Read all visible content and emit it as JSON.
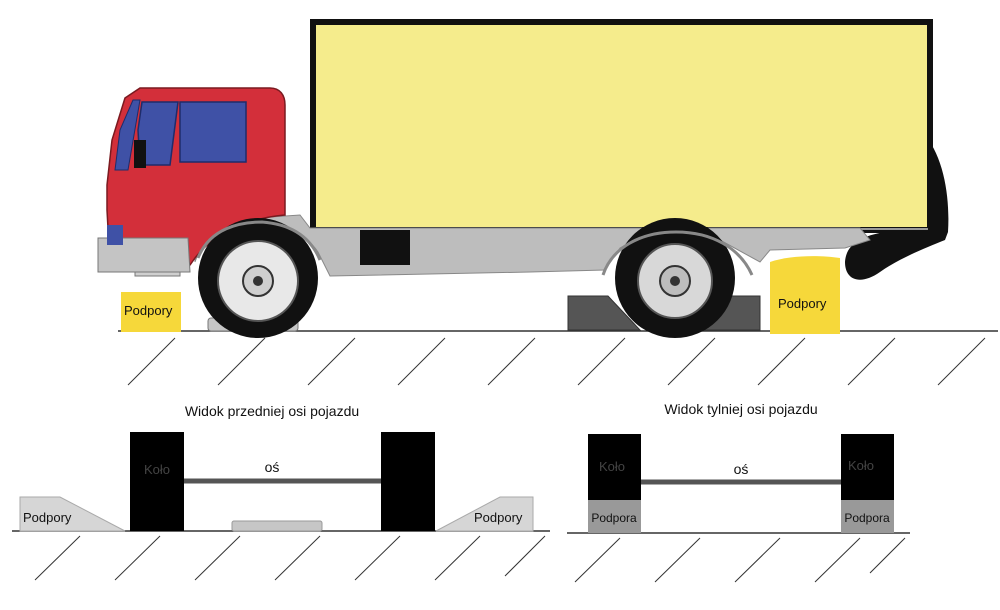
{
  "top_view": {
    "support_front_label": "Podpory",
    "support_rear_label": "Podpory"
  },
  "front_axle": {
    "title": "Widok przedniej osi pojazdu",
    "wheel_left_label": "Koło",
    "axle_label": "oś",
    "ramp_left_label": "Podpory",
    "ramp_right_label": "Podpory"
  },
  "rear_axle": {
    "title": "Widok tylniej osi pojazdu",
    "wheel_left_label": "Koło",
    "wheel_right_label": "Koło",
    "axle_label": "oś",
    "support_left_label": "Podpora",
    "support_right_label": "Podpora"
  },
  "colors": {
    "cab": "#d32f3a",
    "cargo_box": "#f5ec8c",
    "window": "#3f51a6",
    "chassis": "#bdbdbd",
    "support_block": "#f6d83a",
    "ground_line": "#333333"
  }
}
